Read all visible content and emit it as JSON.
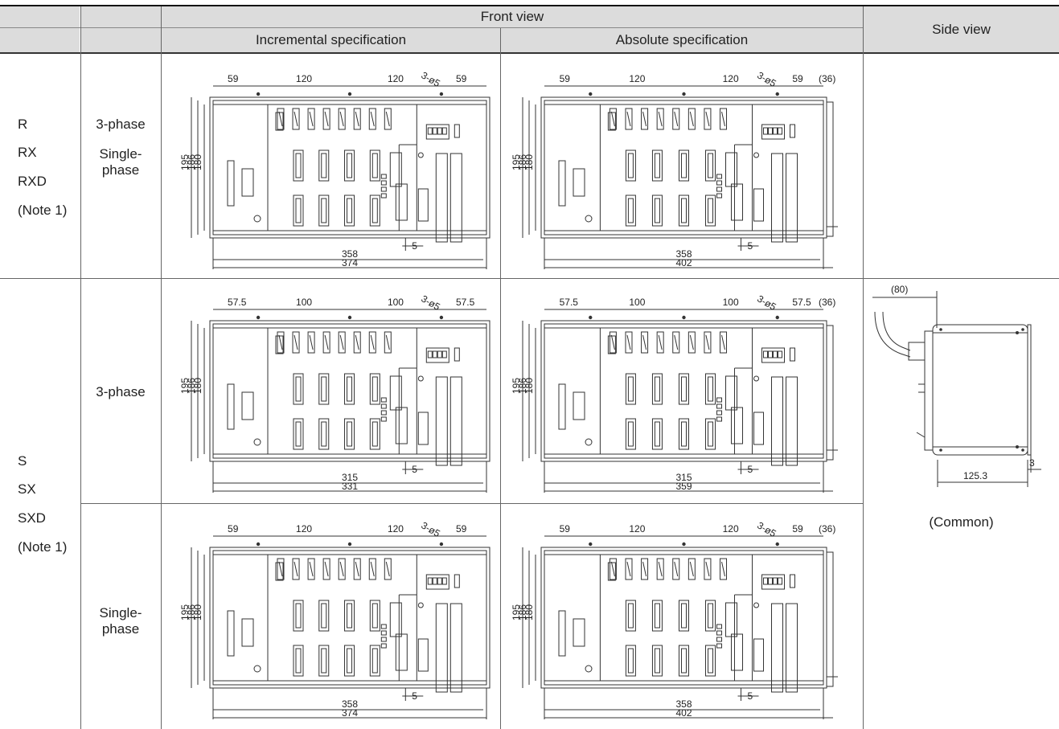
{
  "header": {
    "front_view": "Front view",
    "incremental": "Incremental specification",
    "absolute": "Absolute specification",
    "side_view": "Side view"
  },
  "rows": [
    {
      "models": [
        "R",
        "RX",
        "RXD",
        "(Note 1)"
      ],
      "phase": [
        "3-phase",
        "Single-",
        "phase"
      ]
    },
    {
      "models": [
        "S",
        "SX",
        "SXD",
        "(Note 1)"
      ],
      "phase_top": [
        "3-phase"
      ],
      "phase_bottom": [
        "Single-",
        "phase"
      ]
    }
  ],
  "drawings": {
    "r_incremental": {
      "top": [
        "59",
        "120",
        "120",
        "59"
      ],
      "hole": "3-ø5",
      "extra": "",
      "heights": [
        "195",
        "186",
        "180"
      ],
      "foot": "5",
      "width_inner": "358",
      "width_outer": "374"
    },
    "r_absolute": {
      "top": [
        "59",
        "120",
        "120",
        "59"
      ],
      "hole": "3-ø5",
      "extra": "(36)",
      "heights": [
        "195",
        "186",
        "180"
      ],
      "foot": "5",
      "width_inner": "358",
      "width_outer": "402"
    },
    "s3_incremental": {
      "top": [
        "57.5",
        "100",
        "100",
        "57.5"
      ],
      "hole": "3-ø5",
      "extra": "",
      "heights": [
        "195",
        "186",
        "180"
      ],
      "foot": "5",
      "width_inner": "315",
      "width_outer": "331"
    },
    "s3_absolute": {
      "top": [
        "57.5",
        "100",
        "100",
        "57.5"
      ],
      "hole": "3-ø5",
      "extra": "(36)",
      "heights": [
        "195",
        "186",
        "180"
      ],
      "foot": "5",
      "width_inner": "315",
      "width_outer": "359"
    },
    "s1_incremental": {
      "top": [
        "59",
        "120",
        "120",
        "59"
      ],
      "hole": "3-ø5",
      "extra": "",
      "heights": [
        "195",
        "186",
        "180"
      ],
      "foot": "5",
      "width_inner": "358",
      "width_outer": "374"
    },
    "s1_absolute": {
      "top": [
        "59",
        "120",
        "120",
        "59"
      ],
      "hole": "3-ø5",
      "extra": "(36)",
      "heights": [
        "195",
        "186",
        "180"
      ],
      "foot": "5",
      "width_inner": "358",
      "width_outer": "402"
    }
  },
  "side": {
    "cable": "(80)",
    "depth": "125.3",
    "gap": "3",
    "note": "(Common)"
  }
}
